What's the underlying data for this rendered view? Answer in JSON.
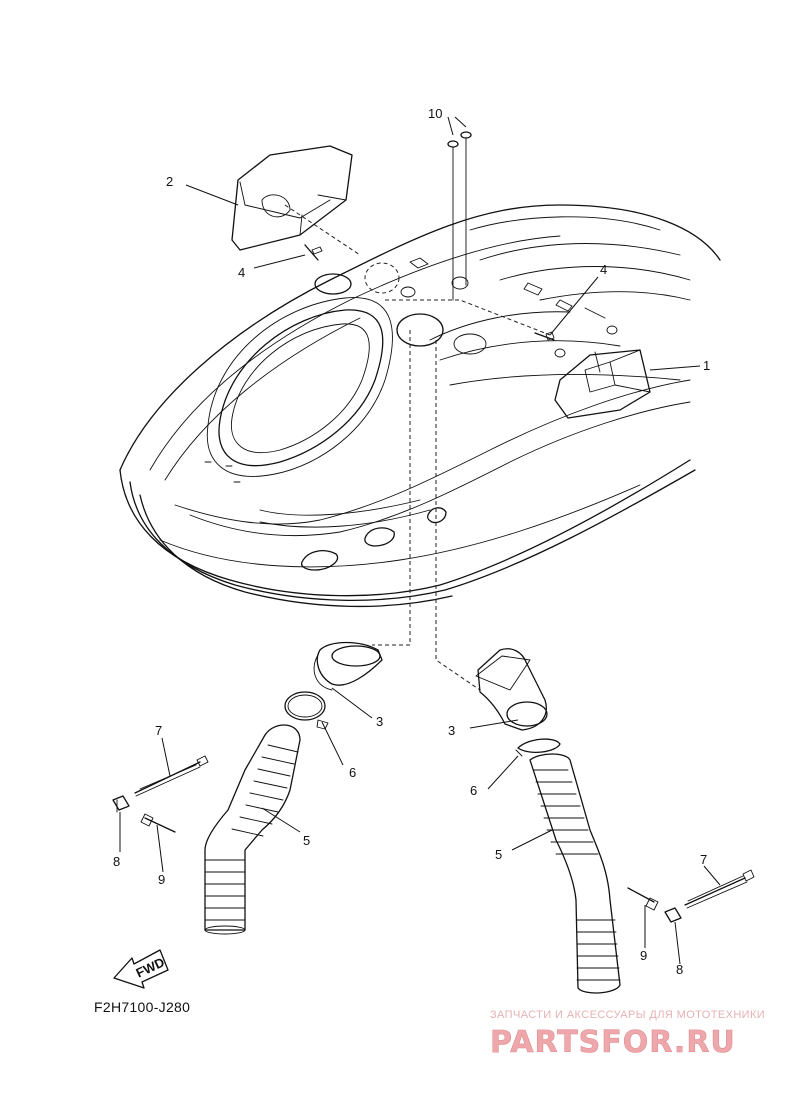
{
  "diagram": {
    "drawing_code": "F2H7100-J280",
    "fwd_label": "FWD",
    "callouts": [
      {
        "id": "c1",
        "label": "1"
      },
      {
        "id": "c2",
        "label": "2"
      },
      {
        "id": "c3a",
        "label": "3"
      },
      {
        "id": "c3b",
        "label": "3"
      },
      {
        "id": "c4a",
        "label": "4"
      },
      {
        "id": "c4b",
        "label": "4"
      },
      {
        "id": "c5a",
        "label": "5"
      },
      {
        "id": "c5b",
        "label": "5"
      },
      {
        "id": "c6a",
        "label": "6"
      },
      {
        "id": "c6b",
        "label": "6"
      },
      {
        "id": "c7a",
        "label": "7"
      },
      {
        "id": "c7b",
        "label": "7"
      },
      {
        "id": "c8a",
        "label": "8"
      },
      {
        "id": "c8b",
        "label": "8"
      },
      {
        "id": "c9a",
        "label": "9"
      },
      {
        "id": "c9b",
        "label": "9"
      },
      {
        "id": "c10",
        "label": "10"
      }
    ]
  },
  "watermark": {
    "tagline": "ЗАПЧАСТИ И АКСЕССУАРЫ ДЛЯ МОТОТЕХНИКИ",
    "logo_text": "PARTSFOR.RU",
    "color": "#e8969a"
  }
}
